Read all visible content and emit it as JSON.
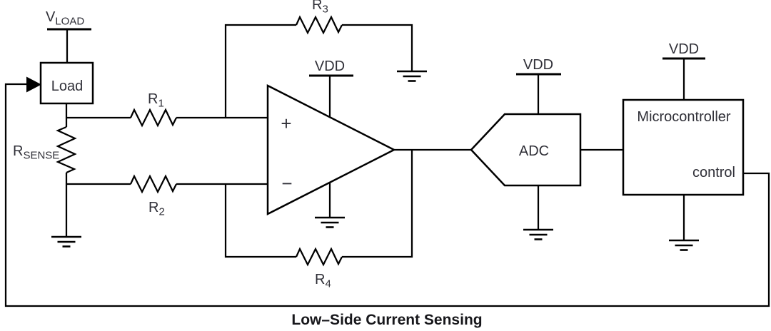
{
  "diagram": {
    "title": "Low–Side Current Sensing",
    "colors": {
      "line": "#000000",
      "text": "#303038",
      "title": "#17171b",
      "background": "#ffffff"
    },
    "labels": {
      "v_load": {
        "main": "V",
        "sub": "LOAD"
      },
      "load": "Load",
      "r_sense": {
        "main": "R",
        "sub": "SENSE"
      },
      "r1": {
        "main": "R",
        "sub": "1"
      },
      "r2": {
        "main": "R",
        "sub": "2"
      },
      "r3": {
        "main": "R",
        "sub": "3"
      },
      "r4": {
        "main": "R",
        "sub": "4"
      },
      "vdd_opamp": "VDD",
      "vdd_adc": "VDD",
      "vdd_mcu": "VDD",
      "opamp_noninverting_input": "+",
      "opamp_inverting_input": "−",
      "adc": "ADC",
      "microcontroller": "Microcontroller",
      "control": "control"
    }
  }
}
